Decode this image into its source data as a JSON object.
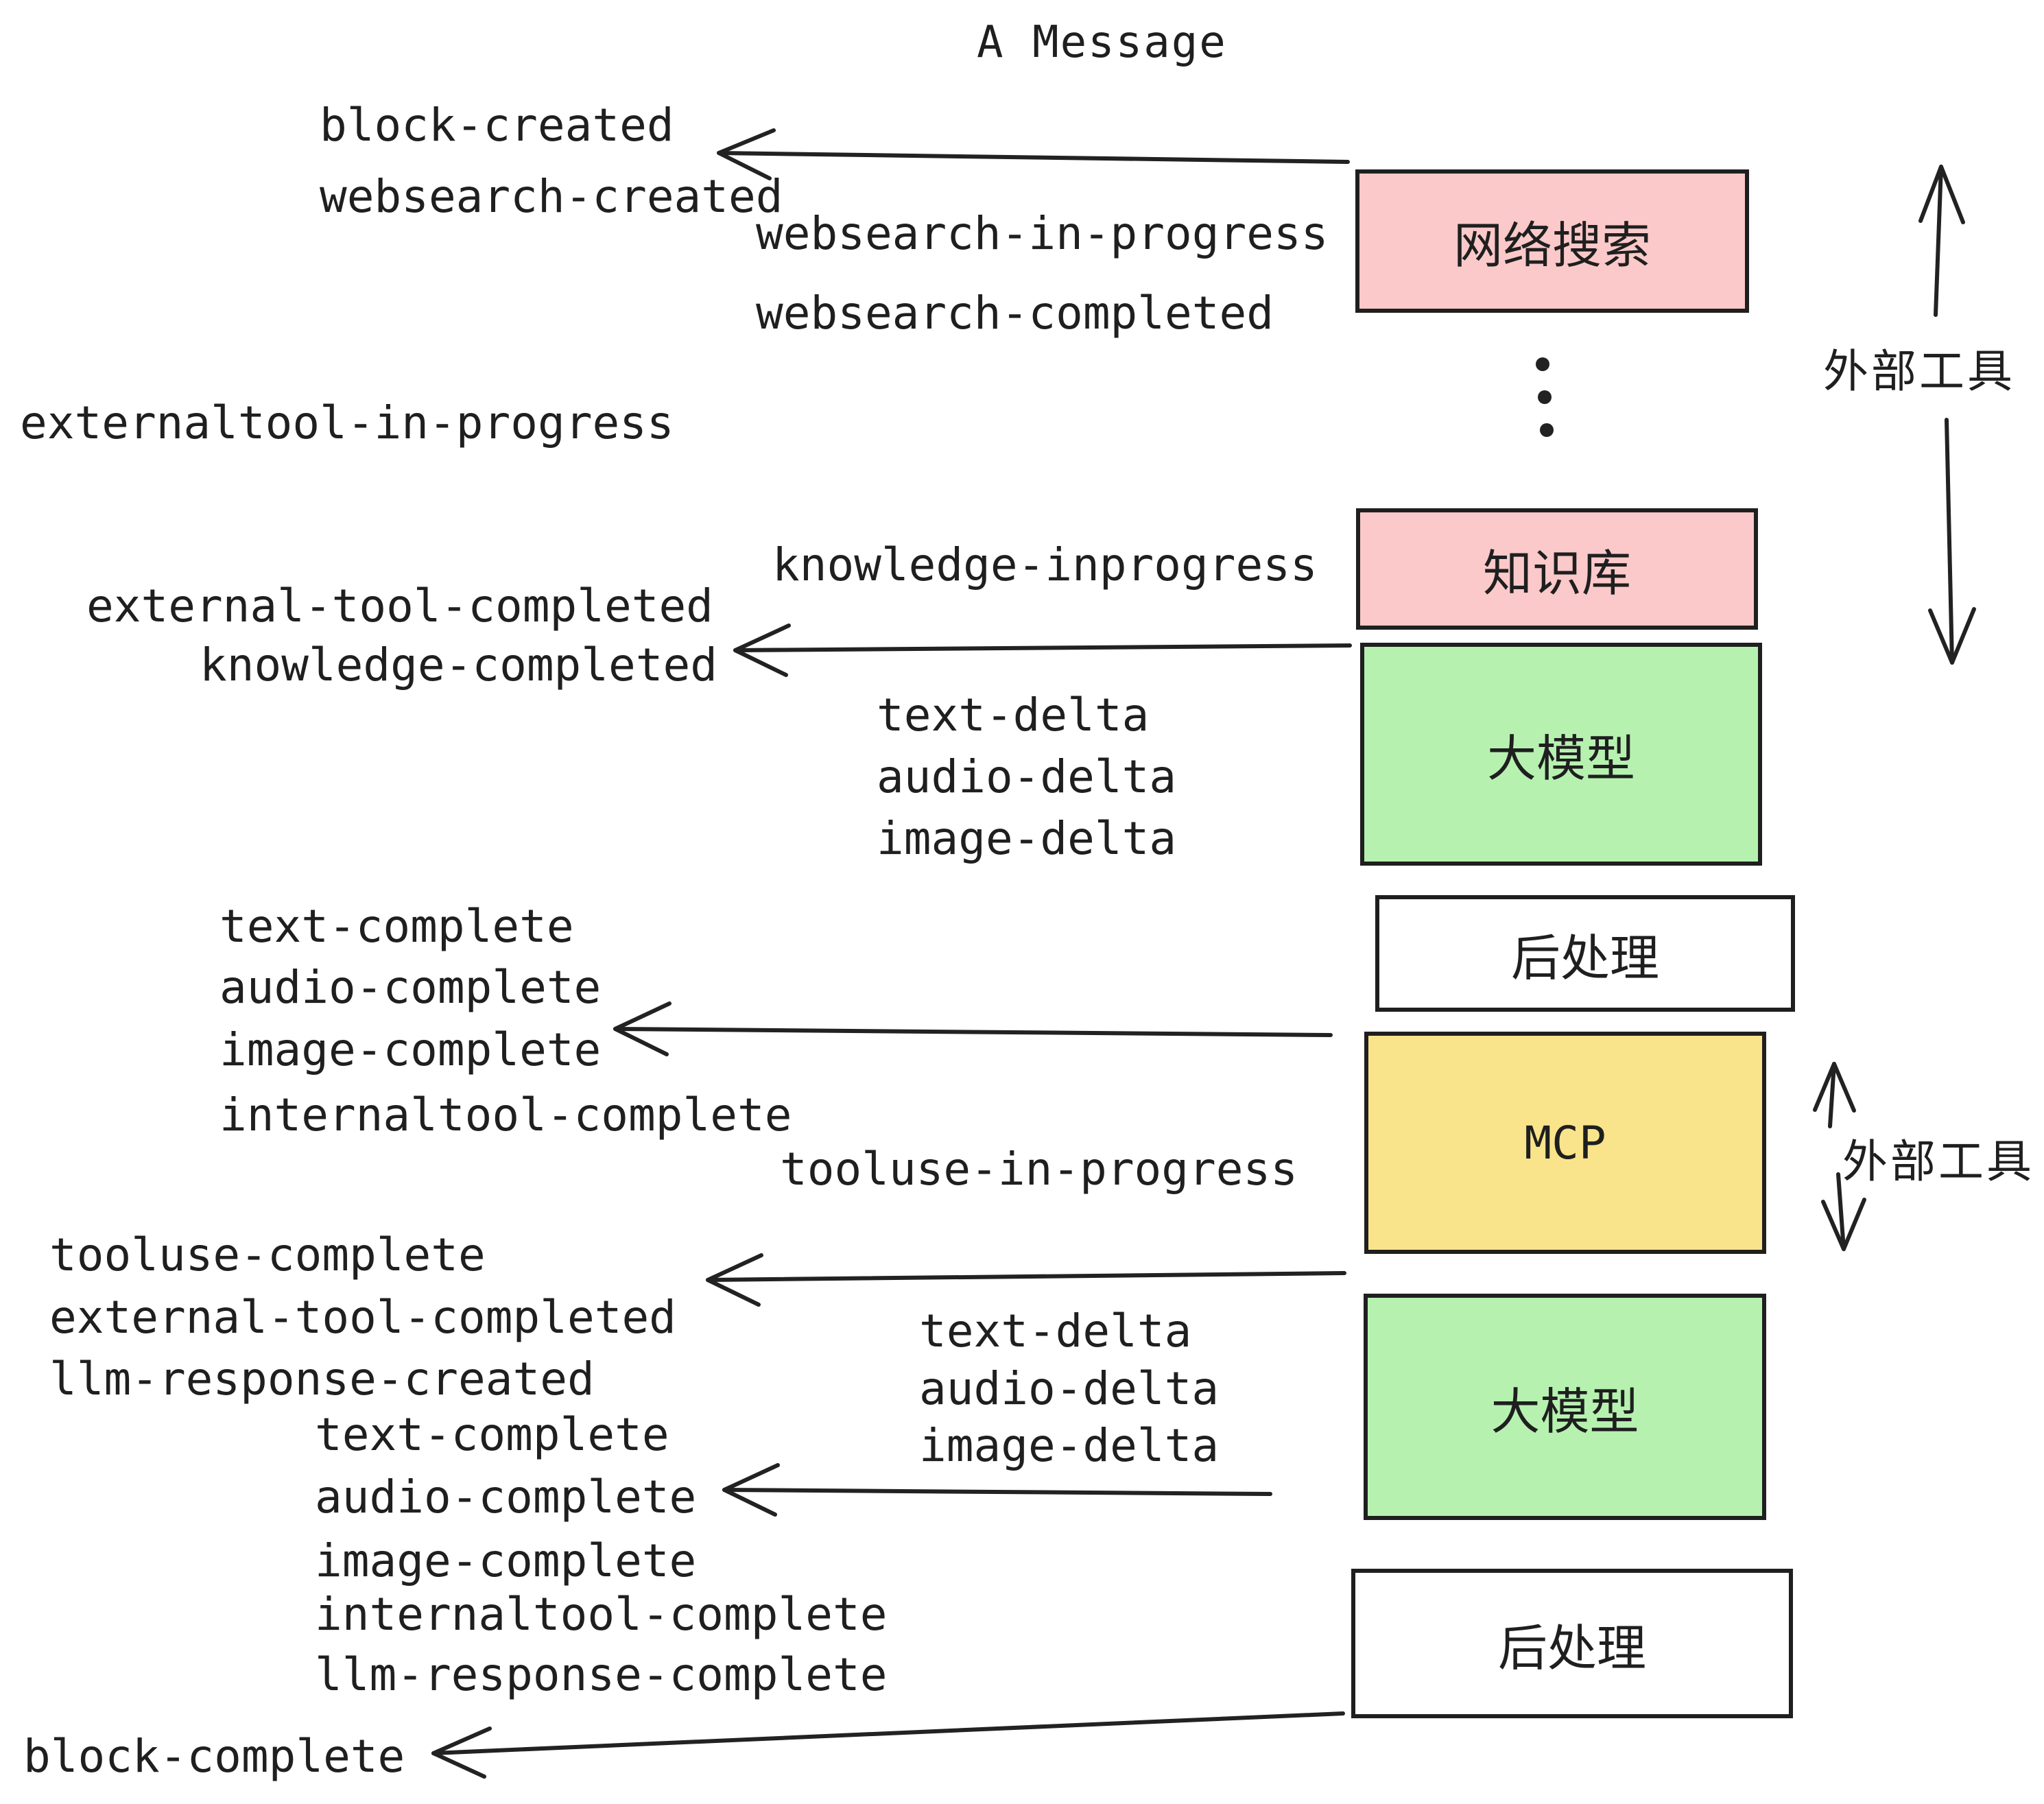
{
  "title": "A Message",
  "colors": {
    "pink": "#FBC9C9",
    "green": "#B6F1B0",
    "yellow": "#FAE48B",
    "white": "#FFFFFF",
    "ink": "#1F1F1F"
  },
  "boxes": {
    "websearch": {
      "label": "网络搜索"
    },
    "knowledge": {
      "label": "知识库"
    },
    "llm1": {
      "label": "大模型"
    },
    "post1": {
      "label": "后处理"
    },
    "mcp": {
      "label": "MCP"
    },
    "llm2": {
      "label": "大模型"
    },
    "post2": {
      "label": "后处理"
    }
  },
  "side_labels": {
    "external_tool_top": "外部工具",
    "external_tool_mid": "外部工具"
  },
  "events": {
    "block_created": "block-created",
    "websearch_created": "websearch-created",
    "websearch_in_progress": "websearch-in-progress",
    "websearch_completed": "websearch-completed",
    "externaltool_in_progress": "externaltool-in-progress",
    "knowledge_inprogress": "knowledge-inprogress",
    "external_tool_completed_1": "external-tool-completed",
    "knowledge_completed": "knowledge-completed",
    "text_delta_1": "text-delta",
    "audio_delta_1": "audio-delta",
    "image_delta_1": "image-delta",
    "text_complete_1": "text-complete",
    "audio_complete_1": "audio-complete",
    "image_complete_1": "image-complete",
    "internaltool_complete_1": "internaltool-complete",
    "tooluse_in_progress": "tooluse-in-progress",
    "tooluse_complete": "tooluse-complete",
    "external_tool_completed_2": "external-tool-completed",
    "llm_response_created": "llm-response-created",
    "text_complete_2": "text-complete",
    "audio_complete_2": "audio-complete",
    "image_complete_2": "image-complete",
    "internaltool_complete_2": "internaltool-complete",
    "llm_response_complete": "llm-response-complete",
    "text_delta_2": "text-delta",
    "audio_delta_2": "audio-delta",
    "image_delta_2": "image-delta",
    "block_complete": "block-complete"
  }
}
